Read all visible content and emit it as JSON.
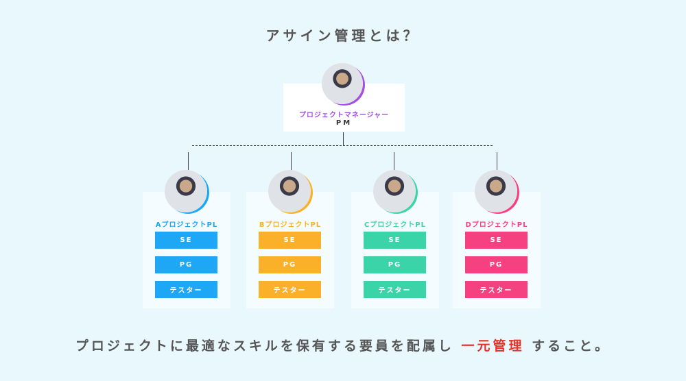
{
  "title": "アサイン管理とは？",
  "pm": {
    "label": "プロジェクトマネージャー",
    "sub": "PM",
    "color": "#a550e0"
  },
  "teams": [
    {
      "label": "AプロジェクトPL",
      "color": "#1ea7f5",
      "roles": [
        "SE",
        "PG",
        "テスター"
      ]
    },
    {
      "label": "BプロジェクトPL",
      "color": "#fbb02a",
      "roles": [
        "SE",
        "PG",
        "テスター"
      ]
    },
    {
      "label": "CプロジェクトPL",
      "color": "#3bd4a8",
      "roles": [
        "SE",
        "PG",
        "テスター"
      ]
    },
    {
      "label": "DプロジェクトPL",
      "color": "#f5417f",
      "roles": [
        "SE",
        "PG",
        "テスター"
      ]
    }
  ],
  "bottom": {
    "before": "プロジェクトに最適なスキルを保有する要員を配属し ",
    "highlight": "一元管理",
    "after": " すること。"
  }
}
